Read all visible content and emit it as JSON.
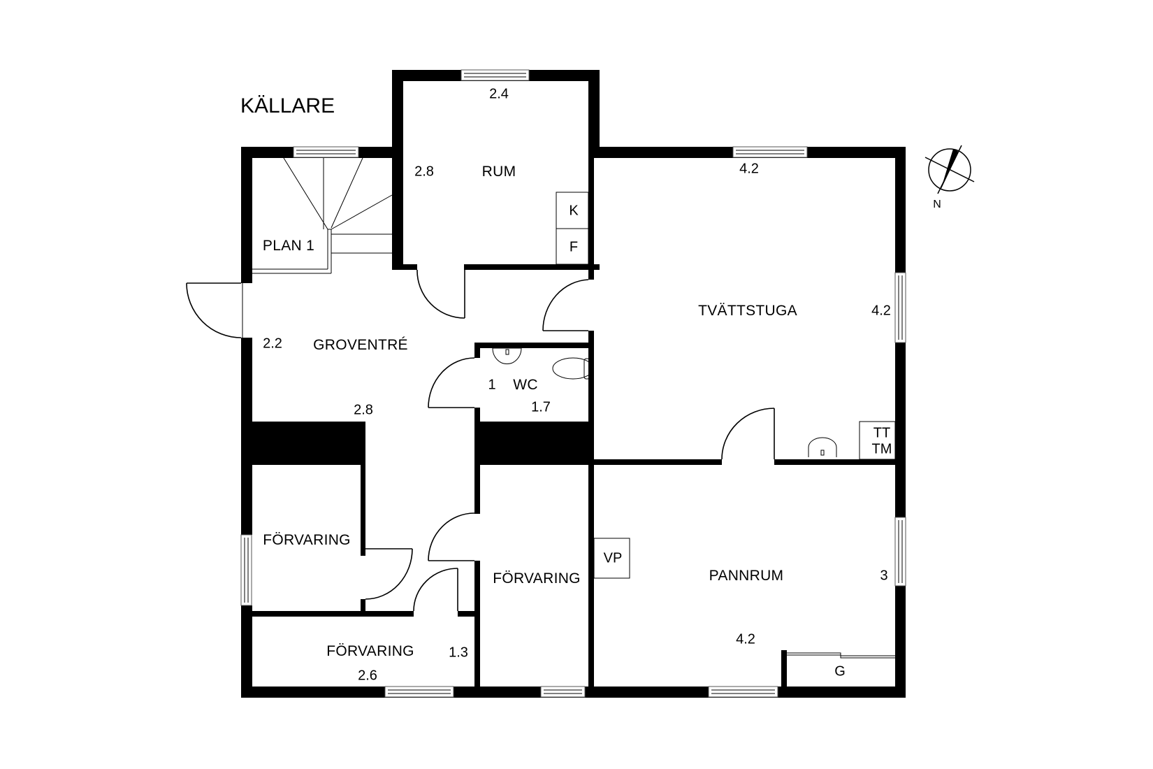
{
  "floor": {
    "title": "KÄLLARE",
    "north_label": "N"
  },
  "rooms": {
    "rum": {
      "name": "RUM",
      "width": "2.4",
      "depth": "2.8"
    },
    "plan1": {
      "name": "PLAN 1"
    },
    "groventre": {
      "name": "GROVENTRÉ",
      "depth": "2.2",
      "width": "2.8"
    },
    "wc": {
      "name": "WC",
      "depth": "1",
      "width": "1.7"
    },
    "tvattstuga": {
      "name": "TVÄTTSTUGA",
      "width": "4.2",
      "depth": "4.2"
    },
    "forvaring_left": {
      "name": "FÖRVARING"
    },
    "forvaring_mid": {
      "name": "FÖRVARING"
    },
    "forvaring_bottom": {
      "name": "FÖRVARING",
      "depth": "1.3",
      "width": "2.6"
    },
    "pannrum": {
      "name": "PANNRUM",
      "width": "4.2",
      "depth": "3"
    }
  },
  "fixtures": {
    "kitchen": "K",
    "freezer": "F",
    "tumble_dryer": "TT",
    "washing_machine": "TM",
    "heat_pump": "VP",
    "g": "G"
  },
  "colors": {
    "wall": "#000000",
    "background": "#ffffff",
    "window_frame": "#555555"
  }
}
